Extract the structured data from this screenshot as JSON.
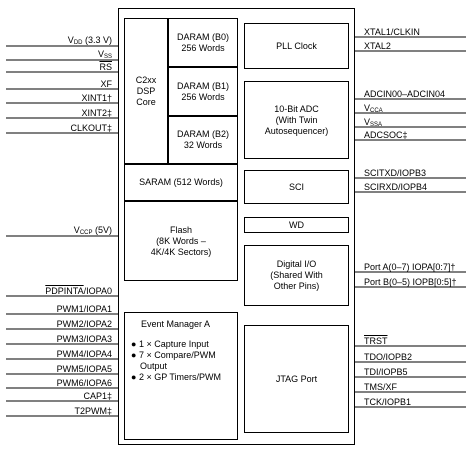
{
  "left_pins": [
    {
      "name": "VDD (3.3 V)",
      "main": "V",
      "sub": "DD",
      "rest": " (3.3 V)"
    },
    {
      "name": "VSS",
      "main": "V",
      "sub": "SS",
      "rest": ""
    },
    {
      "name": "RS",
      "text": "RS",
      "overline": true
    },
    {
      "name": "XF",
      "text": "XF"
    },
    {
      "name": "XINT1",
      "text": "XINT1†"
    },
    {
      "name": "XINT2",
      "text": "XINT2‡"
    },
    {
      "name": "CLKOUT",
      "text": "CLKOUT‡"
    },
    {
      "name": "VCCP (5V)",
      "main": "V",
      "sub": "CCP",
      "rest": " (5V)"
    },
    {
      "name": "PDPINTA",
      "text": "PDPINTA",
      "tail": "/IOPA0",
      "overline": true
    },
    {
      "name": "PWM1",
      "text": "PWM1/IOPA1"
    },
    {
      "name": "PWM2",
      "text": "PWM2/IOPA2"
    },
    {
      "name": "PWM3",
      "text": "PWM3/IOPA3"
    },
    {
      "name": "PWM4",
      "text": "PWM4/IOPA4"
    },
    {
      "name": "PWM5",
      "text": "PWM5/IOPA5"
    },
    {
      "name": "PWM6",
      "text": "PWM6/IOPA6"
    },
    {
      "name": "CAP1",
      "text": "CAP1‡"
    },
    {
      "name": "T2PWM",
      "text": "T2PWM‡"
    }
  ],
  "right_pins": [
    {
      "name": "XTAL1",
      "text": "XTAL1/CLKIN"
    },
    {
      "name": "XTAL2",
      "text": "XTAL2"
    },
    {
      "name": "ADCIN",
      "text": "ADCIN00–ADCIN04"
    },
    {
      "name": "VCCA",
      "main": "V",
      "sub": "CCA",
      "rest": ""
    },
    {
      "name": "VSSA",
      "main": "V",
      "sub": "SSA",
      "rest": ""
    },
    {
      "name": "ADCSOC",
      "text": "ADCSOC‡"
    },
    {
      "name": "SCITXD",
      "text": "SCITXD/IOPB3"
    },
    {
      "name": "SCIRXD",
      "text": "SCIRXD/IOPB4"
    },
    {
      "name": "PortA",
      "text": "Port A(0–7) IOPA[0:7]†"
    },
    {
      "name": "PortB",
      "text": "Port B(0–5) IOPB[0:5]†"
    },
    {
      "name": "TRST",
      "text": "TRST",
      "overline": true
    },
    {
      "name": "TDO",
      "text": "TDO/IOPB2"
    },
    {
      "name": "TDI",
      "text": "TDI/IOPB5"
    },
    {
      "name": "TMS",
      "text": "TMS/XF"
    },
    {
      "name": "TCK",
      "text": "TCK/IOPB1"
    }
  ],
  "blocks": {
    "core": "C2xx\nDSP\nCore",
    "daram_b0": "DARAM (B0)\n256 Words",
    "daram_b1": "DARAM (B1)\n256 Words",
    "daram_b2": "DARAM (B2)\n32 Words",
    "saram": "SARAM (512 Words)",
    "flash": "Flash\n(8K Words –\n4K/4K Sectors)",
    "event_manager_title": "Event Manager A",
    "event_manager_items": [
      "1 × Capture Input",
      "7 × Compare/PWM",
      "Output",
      "2 × GP Timers/PWM"
    ],
    "pll": "PLL Clock",
    "adc": "10-Bit ADC\n(With Twin\nAutosequencer)",
    "sci": "SCI",
    "wd": "WD",
    "dio": "Digital I/O\n(Shared With\nOther Pins)",
    "jtag": "JTAG Port"
  }
}
